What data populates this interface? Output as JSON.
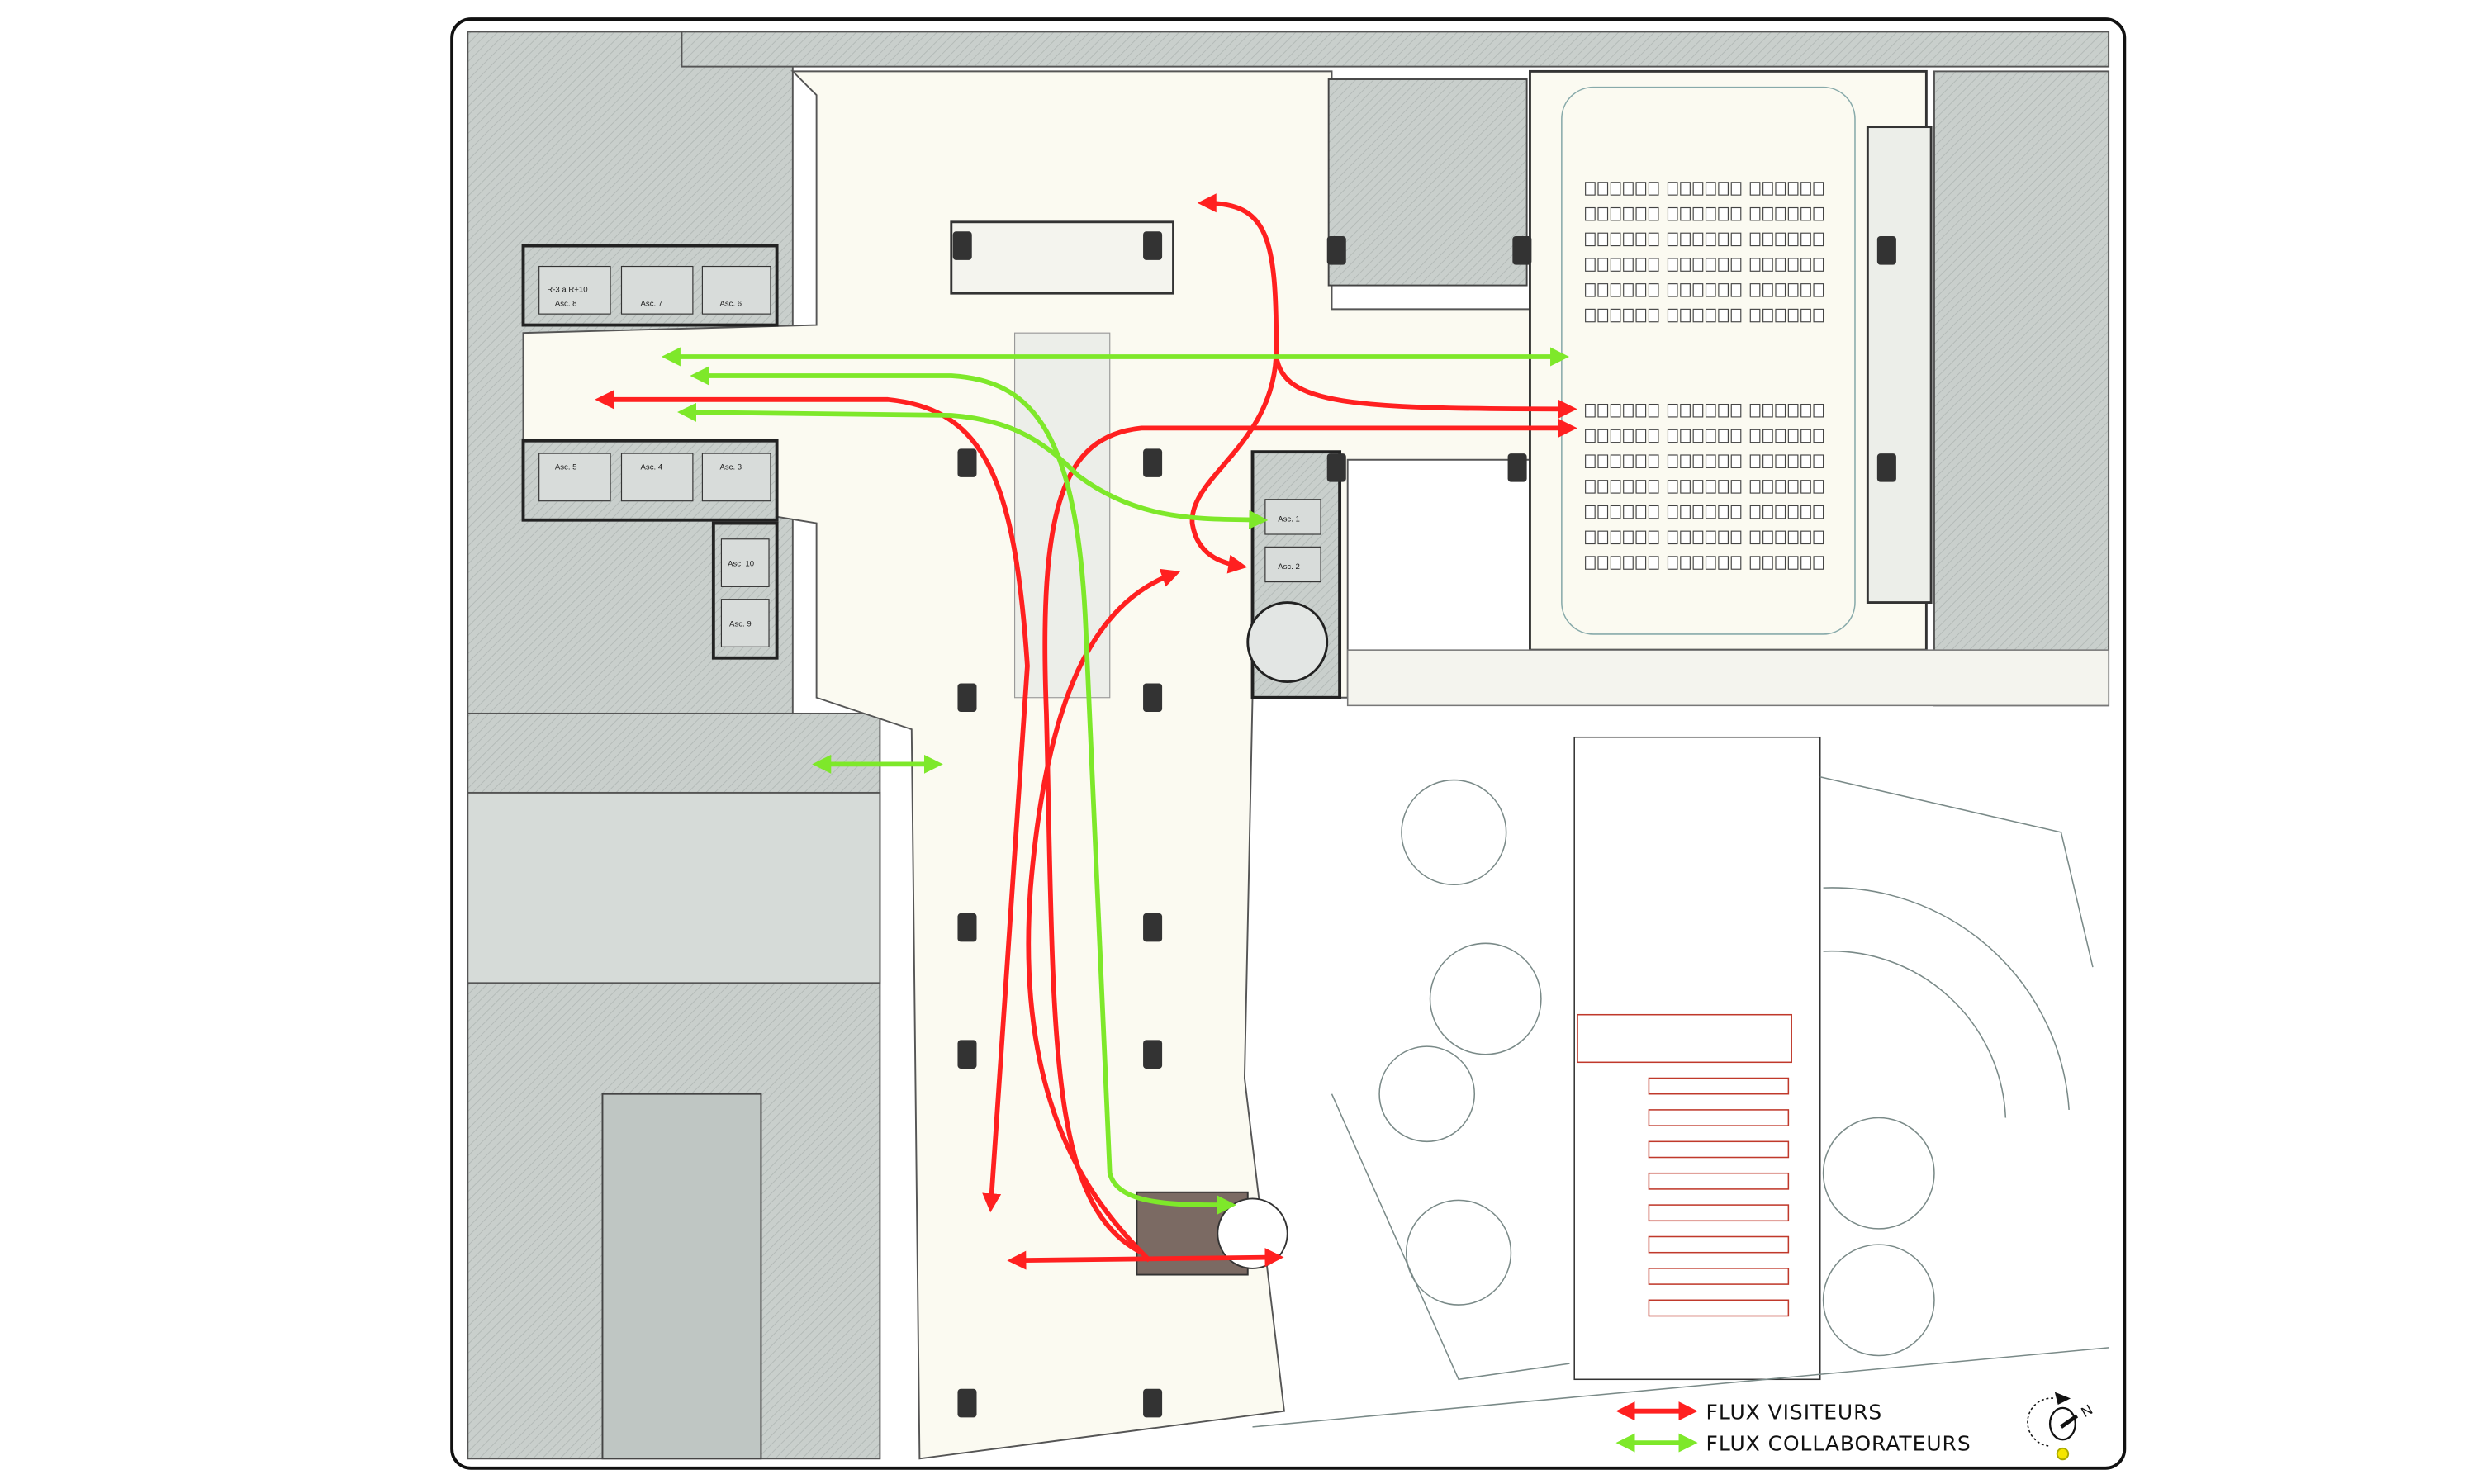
{
  "legend": {
    "visitors_label": "FLUX VISITEURS",
    "staff_label": "FLUX COLLABORATEURS",
    "visitors_color": "#ff2020",
    "staff_color": "#7ee82a"
  },
  "compass": {
    "north_label": "N"
  },
  "elevators": {
    "range_label": "R-3 à R+10",
    "asc8": "Asc. 8",
    "asc7": "Asc. 7",
    "asc6": "Asc. 6",
    "asc5": "Asc. 5",
    "asc4": "Asc. 4",
    "asc3": "Asc. 3",
    "asc10": "Asc. 10",
    "asc9": "Asc. 9",
    "asc1": "Asc. 1",
    "asc2": "Asc. 2"
  },
  "colors": {
    "hall": "#fbfaf1",
    "service": "#c9cfcc",
    "wall": "#3a3a3a",
    "frame": "#111111"
  }
}
